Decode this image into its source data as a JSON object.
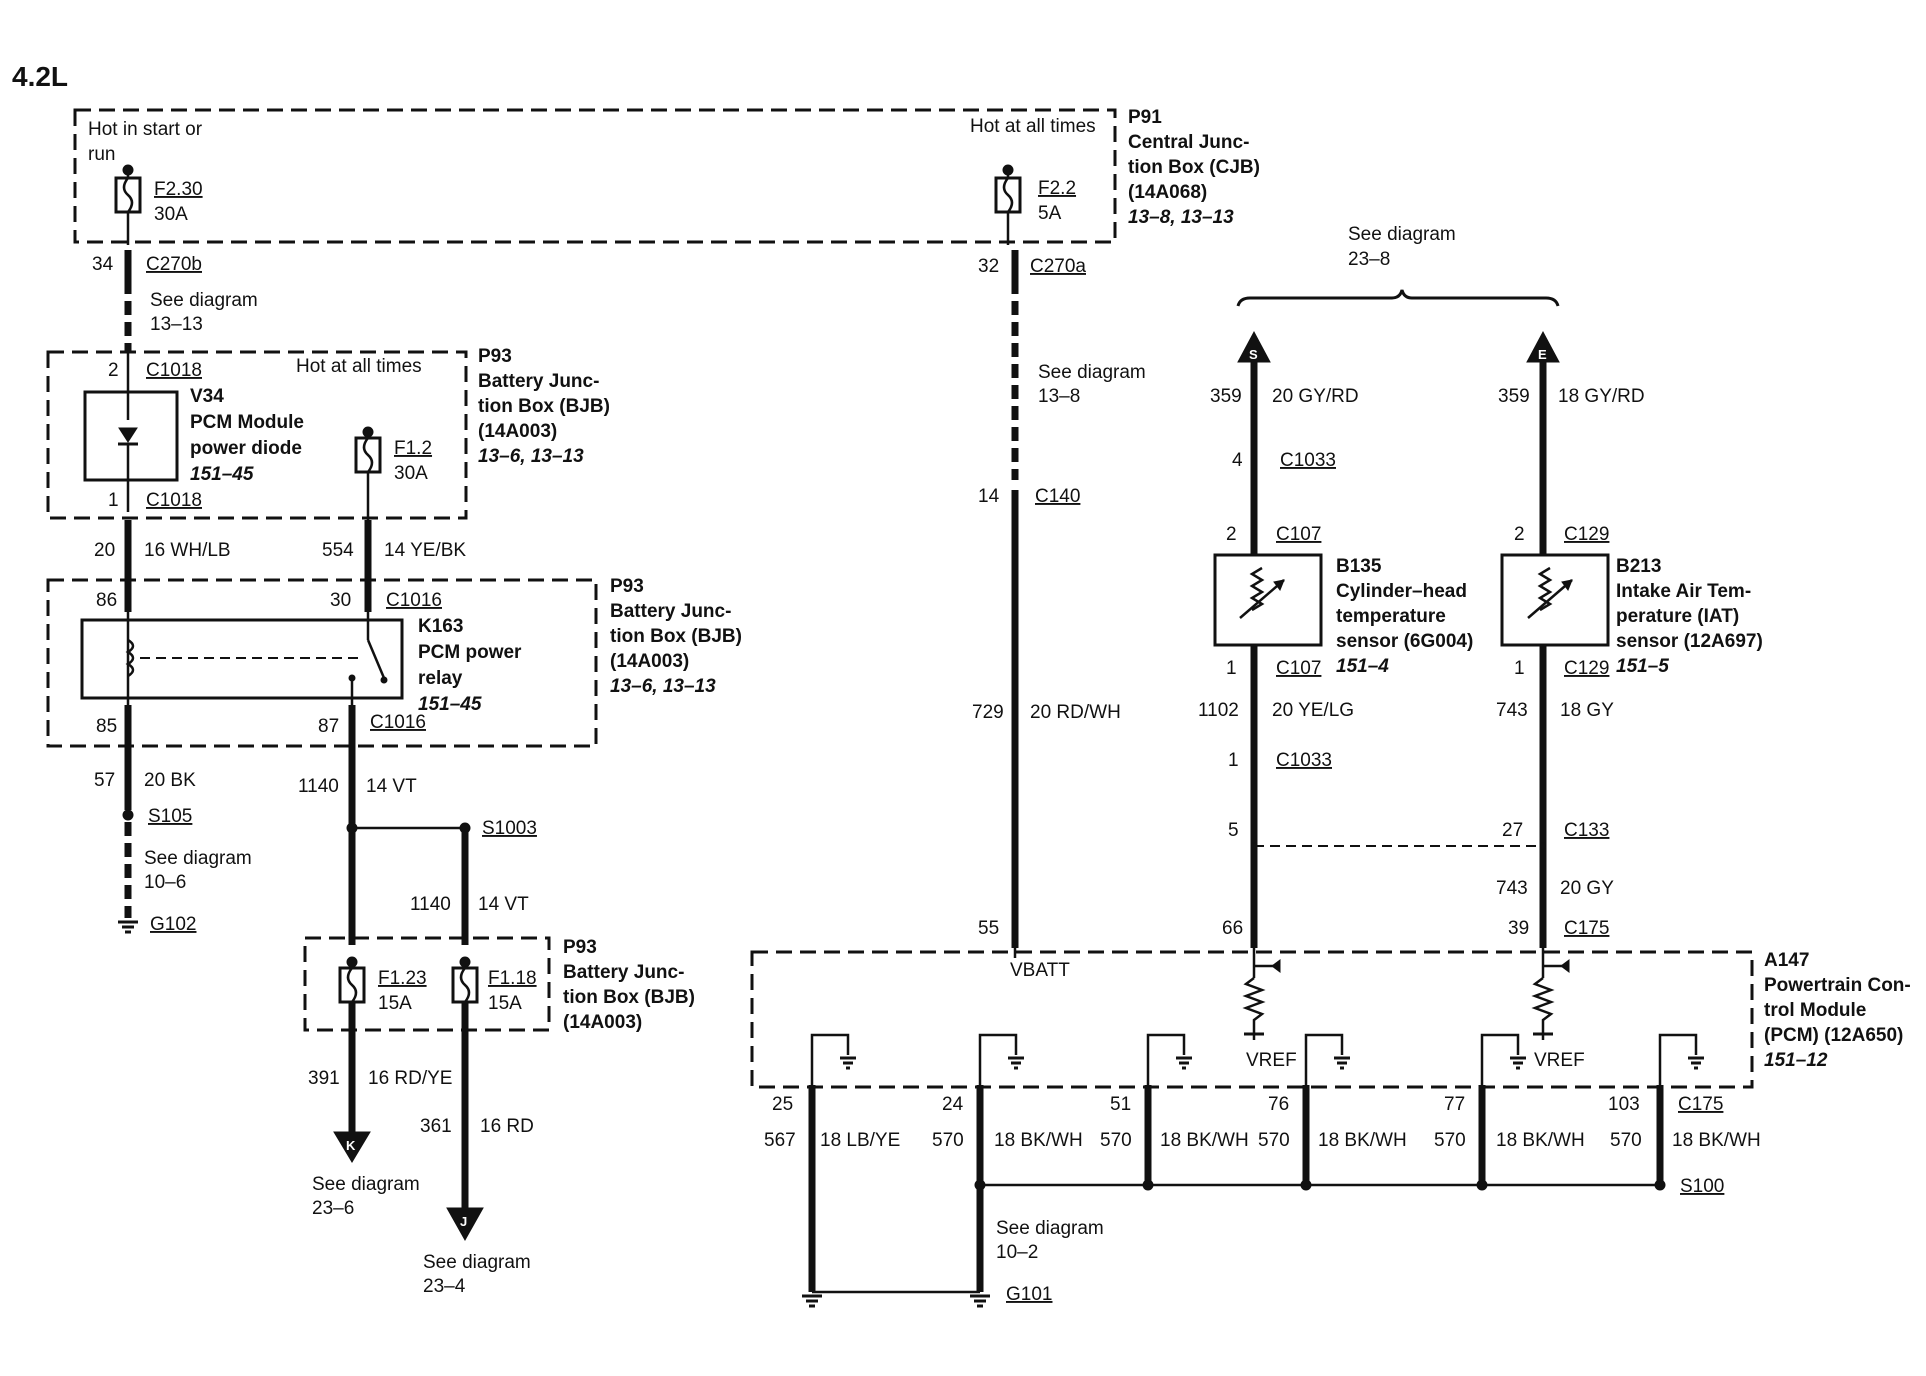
{
  "title": "4.2L",
  "p91": {
    "id": "P91",
    "name": [
      "Central Junc-",
      "tion Box (CJB)",
      "(14A068)"
    ],
    "ref": "13–8, 13–13",
    "hot_left": [
      "Hot in start or",
      "run"
    ],
    "hot_right": "Hot at all times"
  },
  "fuses": {
    "f230": {
      "id": "F2.30",
      "amp": "30A"
    },
    "f22": {
      "id": "F2.2",
      "amp": "5A"
    },
    "f12": {
      "id": "F1.2",
      "amp": "30A"
    },
    "f123": {
      "id": "F1.23",
      "amp": "15A"
    },
    "f118": {
      "id": "F1.18",
      "amp": "15A"
    }
  },
  "p93a": {
    "id": "P93",
    "name": [
      "Battery Junc-",
      "tion Box (BJB)",
      "(14A003)"
    ],
    "ref": "13–6, 13–13",
    "hot": "Hot at all times"
  },
  "v34": {
    "id": "V34",
    "name": [
      "PCM Module",
      "power diode"
    ],
    "ref": "151–45"
  },
  "p93b": {
    "id": "P93",
    "name": [
      "Battery Junc-",
      "tion Box (BJB)",
      "(14A003)"
    ],
    "ref": "13–6, 13–13"
  },
  "k163": {
    "id": "K163",
    "name": [
      "PCM power",
      "relay"
    ],
    "ref": "151–45"
  },
  "p93c": {
    "id": "P93",
    "name": [
      "Battery Junc-",
      "tion Box (BJB)",
      "(14A003)"
    ]
  },
  "b135": {
    "id": "B135",
    "name": [
      "Cylinder–head",
      "temperature",
      "sensor (6G004)"
    ],
    "ref": "151–4"
  },
  "b213": {
    "id": "B213",
    "name": [
      "Intake Air Tem-",
      "perature (IAT)",
      "sensor (12A697)"
    ],
    "ref": "151–5"
  },
  "a147": {
    "id": "A147",
    "name": [
      "Powertrain Con-",
      "trol Module",
      "(PCM) (12A650)"
    ],
    "ref": "151–12",
    "vbatt": "VBATT",
    "vref": "VREF"
  },
  "see": {
    "d1313": [
      "See diagram",
      "13–13"
    ],
    "d138": [
      "See diagram",
      "13–8"
    ],
    "d106": [
      "See diagram",
      "10–6"
    ],
    "d238": [
      "See diagram",
      "23–8"
    ],
    "d236": [
      "See diagram",
      "23–6"
    ],
    "d234": [
      "See diagram",
      "23–4"
    ],
    "d102": [
      "See diagram",
      "10–2"
    ]
  },
  "connectors": {
    "c270b": "C270b",
    "c270a": "C270a",
    "c1018": "C1018",
    "c1016": "C1016",
    "c140": "C140",
    "c1033": "C1033",
    "c107": "C107",
    "c129": "C129",
    "c133": "C133",
    "c175": "C175"
  },
  "splices": {
    "s105": "S105",
    "s1003": "S1003",
    "s100": "S100"
  },
  "grounds": {
    "g102": "G102",
    "g101": "G101"
  },
  "arrows": {
    "s": "S",
    "e": "E",
    "k": "K",
    "j": "J"
  },
  "pins": {
    "p34": "34",
    "p32": "32",
    "p2a": "2",
    "p1a": "1",
    "p86": "86",
    "p30": "30",
    "p85": "85",
    "p87": "87",
    "p14": "14",
    "p4": "4",
    "p2b": "2",
    "p1b": "1",
    "p1c": "1",
    "p5": "5",
    "p2c": "2",
    "p1d": "1",
    "p27": "27",
    "p55": "55",
    "p66": "66",
    "p39": "39",
    "p25": "25",
    "p24": "24",
    "p51": "51",
    "p76": "76",
    "p77": "77",
    "p103": "103",
    "c175b": "C175"
  },
  "wires": {
    "w20": {
      "num": "20",
      "spec": "16 WH/LB"
    },
    "w554": {
      "num": "554",
      "spec": "14 YE/BK"
    },
    "w57": {
      "num": "57",
      "spec": "20 BK"
    },
    "w1140a": {
      "num": "1140",
      "spec": "14 VT"
    },
    "w1140b": {
      "num": "1140",
      "spec": "14 VT"
    },
    "w391": {
      "num": "391",
      "spec": "16 RD/YE"
    },
    "w361": {
      "num": "361",
      "spec": "16 RD"
    },
    "w729": {
      "num": "729",
      "spec": "20 RD/WH"
    },
    "w359a": {
      "num": "359",
      "spec": "20 GY/RD"
    },
    "w359b": {
      "num": "359",
      "spec": "18 GY/RD"
    },
    "w1102": {
      "num": "1102",
      "spec": "20 YE/LG"
    },
    "w743a": {
      "num": "743",
      "spec": "18 GY"
    },
    "w743b": {
      "num": "743",
      "spec": "20 GY"
    },
    "w567": {
      "num": "567",
      "spec": "18 LB/YE"
    },
    "w570a": {
      "num": "570",
      "spec": "18 BK/WH"
    },
    "w570b": {
      "num": "570",
      "spec": "18 BK/WH"
    },
    "w570c": {
      "num": "570",
      "spec": "18 BK/WH"
    },
    "w570d": {
      "num": "570",
      "spec": "18 BK/WH"
    },
    "w570e": {
      "num": "570",
      "spec": "18 BK/WH"
    }
  }
}
